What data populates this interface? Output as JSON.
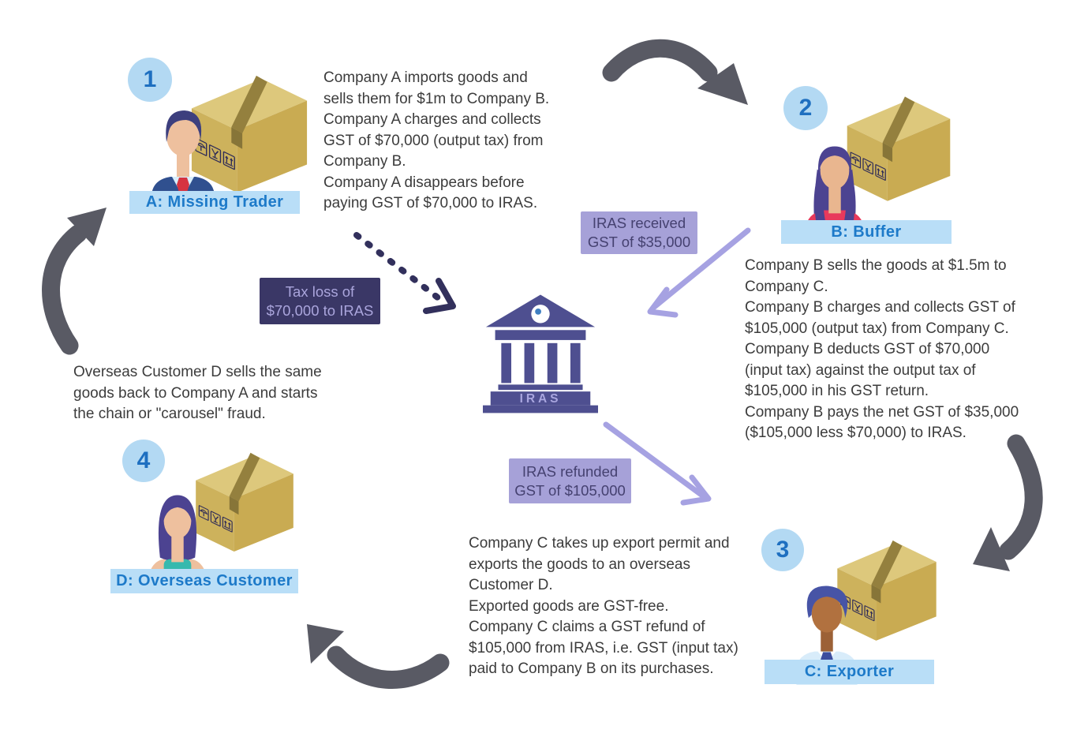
{
  "figure": {
    "background": "#ffffff",
    "accent_blue": "#1d7ac9",
    "badge_bg": "#b3d9f3",
    "label_bar_bg": "#b9def7",
    "note_purple_bg": "#a6a1d8",
    "note_navy_bg": "#3a3766",
    "arrow_gray": "#595a64",
    "arrow_purple": "#a6a2e2",
    "building_purple": "#4e4f90",
    "body_text_color": "#3c3c3c"
  },
  "actors": [
    {
      "number": "1",
      "label": "A: Missing Trader"
    },
    {
      "number": "2",
      "label": "B: Buffer"
    },
    {
      "number": "3",
      "label": "C: Exporter"
    },
    {
      "number": "4",
      "label": "D: Overseas Customer"
    }
  ],
  "iras": {
    "label": "IRAS"
  },
  "callouts": {
    "received": [
      "IRAS received",
      "GST of $35,000"
    ],
    "tax_loss": [
      "Tax loss of",
      "$70,000 to IRAS"
    ],
    "refunded": [
      "IRAS refunded",
      "GST of $105,000"
    ]
  },
  "notes": {
    "company_a": [
      "Company A imports goods and",
      "sells them for $1m to Company B.",
      "Company A charges and collects",
      "GST of $70,000 (output tax) from",
      "Company B.",
      "Company A disappears before",
      "paying GST of $70,000 to IRAS."
    ],
    "company_b": [
      "Company B sells the goods at $1.5m to",
      "Company C.",
      "Company B charges and collects GST of",
      "$105,000 (output tax) from Company C.",
      "Company B deducts GST of $70,000",
      "(input tax) against the output tax of",
      "$105,000 in his GST return.",
      "Company B pays the net GST of $35,000",
      "($105,000 less $70,000) to IRAS."
    ],
    "company_c": [
      "Company C takes up export permit and",
      "exports the goods to an overseas",
      "Customer D.",
      "Exported goods are GST-free.",
      "Company C claims a GST refund of",
      "$105,000 from IRAS, i.e. GST (input tax)",
      "paid to Company B on its purchases."
    ],
    "customer_d": [
      "Overseas Customer D sells the same",
      "goods back to Company A and starts",
      "the chain or \"carousel\" fraud."
    ]
  }
}
